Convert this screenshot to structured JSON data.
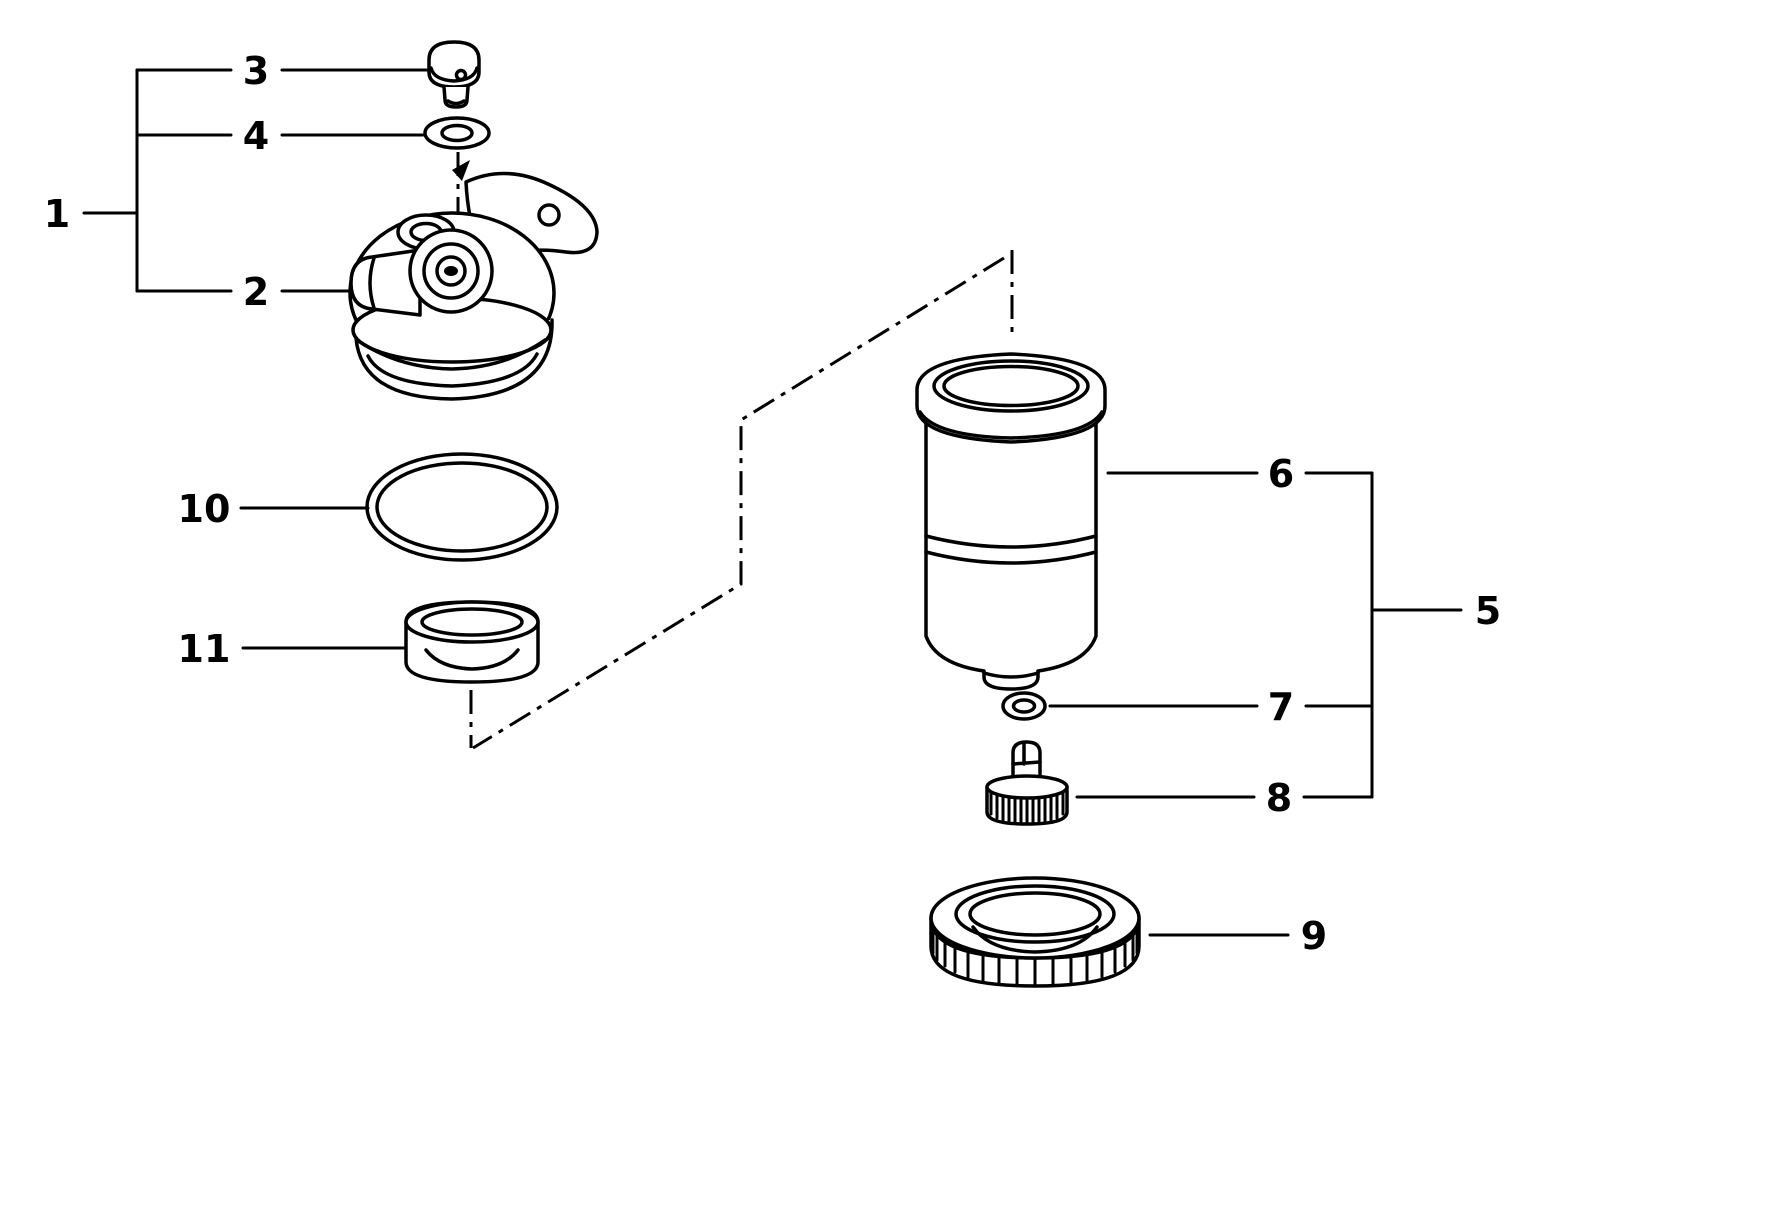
{
  "diagram": {
    "background_color": "#ffffff",
    "line_color": "#000000",
    "callouts": [
      {
        "label": "1"
      },
      {
        "label": "2"
      },
      {
        "label": "3"
      },
      {
        "label": "4"
      },
      {
        "label": "5"
      },
      {
        "label": "6"
      },
      {
        "label": "7"
      },
      {
        "label": "8"
      },
      {
        "label": "9"
      },
      {
        "label": "10"
      },
      {
        "label": "11"
      }
    ]
  }
}
